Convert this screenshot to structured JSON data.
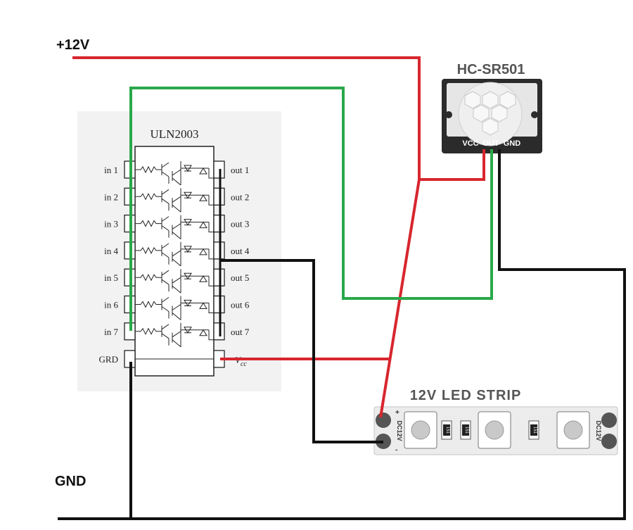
{
  "rails": {
    "vplus_label": "+12V",
    "gnd_label": "GND"
  },
  "uln": {
    "title": "ULN2003",
    "inputs": [
      "in 1",
      "in 2",
      "in 3",
      "in 4",
      "in 5",
      "in 6",
      "in 7"
    ],
    "outputs": [
      "out 1",
      "out 2",
      "out 3",
      "out 4",
      "out 5",
      "out 6",
      "out 7"
    ],
    "grd_label": "GRD",
    "vcc_label": "V",
    "vcc_sub": "cc"
  },
  "pir": {
    "title": "HC-SR501",
    "pins": [
      "VCC",
      "OUT",
      "GND"
    ]
  },
  "strip": {
    "title": "12V LED STRIP",
    "dc_label": "DC12V",
    "resistor_label": "151",
    "plus": "+",
    "minus": "-"
  },
  "colors": {
    "power": "#d8262e",
    "signal": "#2aa84a",
    "ground": "#111111"
  }
}
